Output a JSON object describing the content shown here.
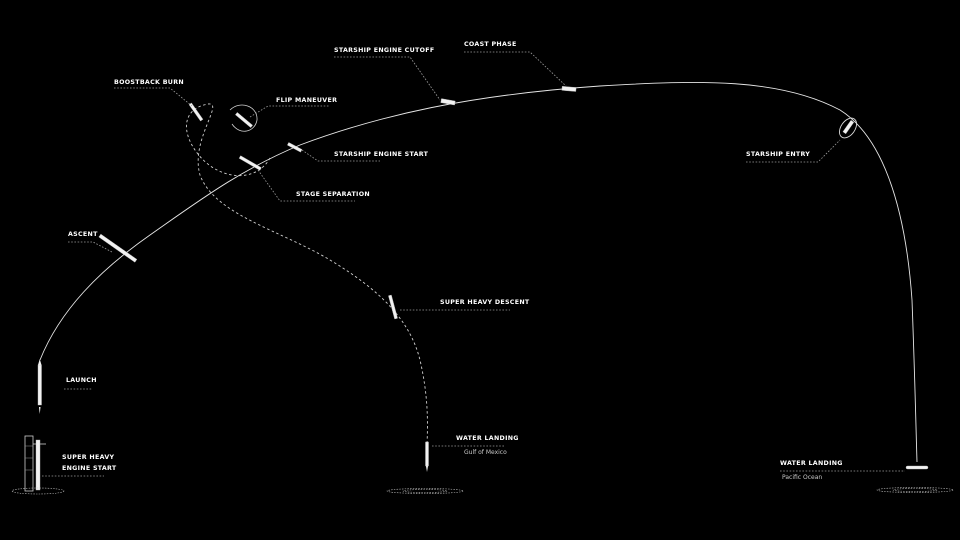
{
  "stages": {
    "launch": "LAUNCH",
    "super_heavy_engine_start_line1": "SUPER HEAVY",
    "super_heavy_engine_start_line2": "ENGINE START",
    "ascent": "ASCENT",
    "boostback_burn": "BOOSTBACK BURN",
    "flip_maneuver": "FLIP MANEUVER",
    "stage_separation": "STAGE SEPARATION",
    "starship_engine_start": "STARSHIP ENGINE START",
    "starship_engine_cutoff": "STARSHIP ENGINE CUTOFF",
    "coast_phase": "COAST PHASE",
    "starship_entry": "STARSHIP ENTRY",
    "super_heavy_descent": "SUPER HEAVY DESCENT",
    "water_landing_gulf": "WATER LANDING",
    "gulf_location": "Gulf of Mexico",
    "water_landing_pacific": "WATER LANDING",
    "pacific_location": "Pacific Ocean"
  }
}
